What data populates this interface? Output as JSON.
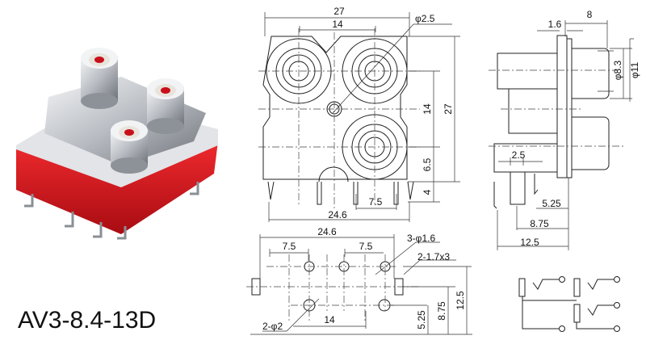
{
  "product": {
    "model": "AV3-8.4-13D"
  },
  "front_view": {
    "width": "27",
    "pitch_top": "14",
    "hole_dia": "φ2.5",
    "pitch_vertical": "14",
    "height": "27",
    "bottom_offset": "6.5",
    "pin_length": "4",
    "pin_pitch": "7.5",
    "pin_span": "24.6"
  },
  "footprint": {
    "span": "24.6",
    "pitch_left": "7.5",
    "pitch_right": "7.5",
    "small_holes": "3-φ1.6",
    "slots": "2-1.7x3",
    "large_holes": "2-φ2",
    "large_hole_pitch": "14",
    "dim_a": "5.25",
    "dim_b": "8.75",
    "dim_c": "12.5"
  },
  "side_view": {
    "cap_length": "8",
    "flange": "1.6",
    "inner_dia": "φ8.3",
    "outer_dia": "φ11",
    "pin_offset": "2.5",
    "dim_a": "5.25",
    "dim_b": "8.75",
    "dim_c": "12.5"
  },
  "colors": {
    "housing": "#d8141c",
    "insert": "#e8e4dc",
    "metal": "#c9ccd0"
  }
}
